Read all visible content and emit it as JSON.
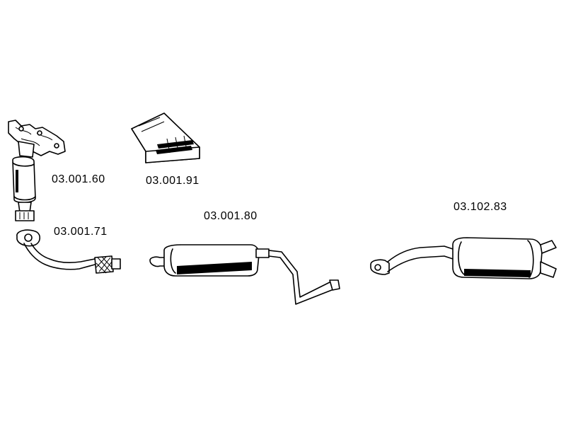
{
  "parts": [
    {
      "part_number": "03.001.60",
      "component": "manifold-catalytic-converter"
    },
    {
      "part_number": "03.001.91",
      "component": "mounting-kit"
    },
    {
      "part_number": "03.001.71",
      "component": "front-pipe"
    },
    {
      "part_number": "03.001.80",
      "component": "middle-silencer"
    },
    {
      "part_number": "03.102.83",
      "component": "rear-silencer"
    }
  ],
  "colors": {
    "ink": "#000000",
    "background": "#ffffff"
  }
}
